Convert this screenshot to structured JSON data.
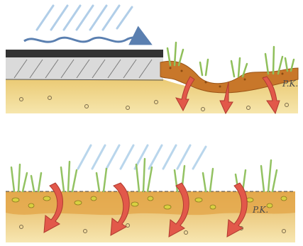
{
  "panels": [
    {
      "id": "top",
      "elements": [
        "rain",
        "runoff-arrow",
        "paved-surface",
        "vegetated-bed",
        "infiltration-arrows",
        "soil"
      ],
      "signature": "P.K."
    },
    {
      "id": "bottom",
      "elements": [
        "rain",
        "grass",
        "gravel-soil",
        "infiltration-arrows"
      ],
      "signature": "P.K."
    }
  ],
  "colors": {
    "rain": "#8db8dc",
    "runoff_arrow": "#5a7fb0",
    "asphalt_top": "#3a3a3a",
    "asphalt_side": "#d9d9d9",
    "soil_light": "#f3e1a2",
    "soil_dark": "#e6c169",
    "mulch": "#c6761f",
    "grass": "#8fbf5a",
    "arrow_red": "#e2584a",
    "gravel": "#d8d040"
  },
  "icons": [
    "rain-streaks",
    "wavy-arrow",
    "red-down-arrow",
    "grass-tuft",
    "pebble"
  ]
}
